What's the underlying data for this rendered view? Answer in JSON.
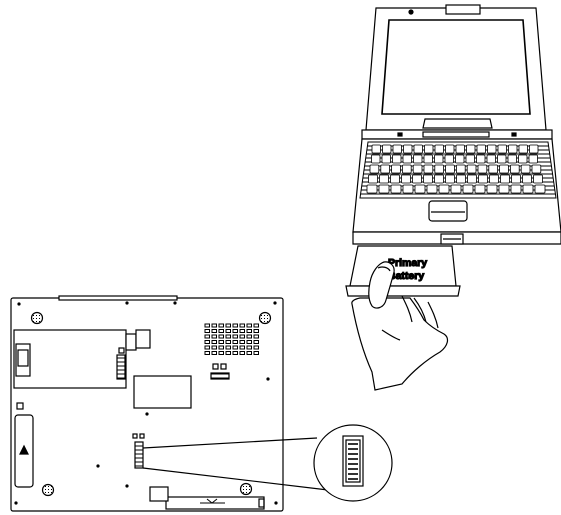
{
  "figure": {
    "type": "technical-illustration",
    "battery_label": {
      "line1": "Primary",
      "line2": "Battery"
    },
    "colors": {
      "line": "#000000",
      "background": "#ffffff"
    },
    "parts": [
      "laptop",
      "hand",
      "primary-battery",
      "laptop-underside",
      "battery-latch",
      "magnified-latch-callout"
    ]
  }
}
